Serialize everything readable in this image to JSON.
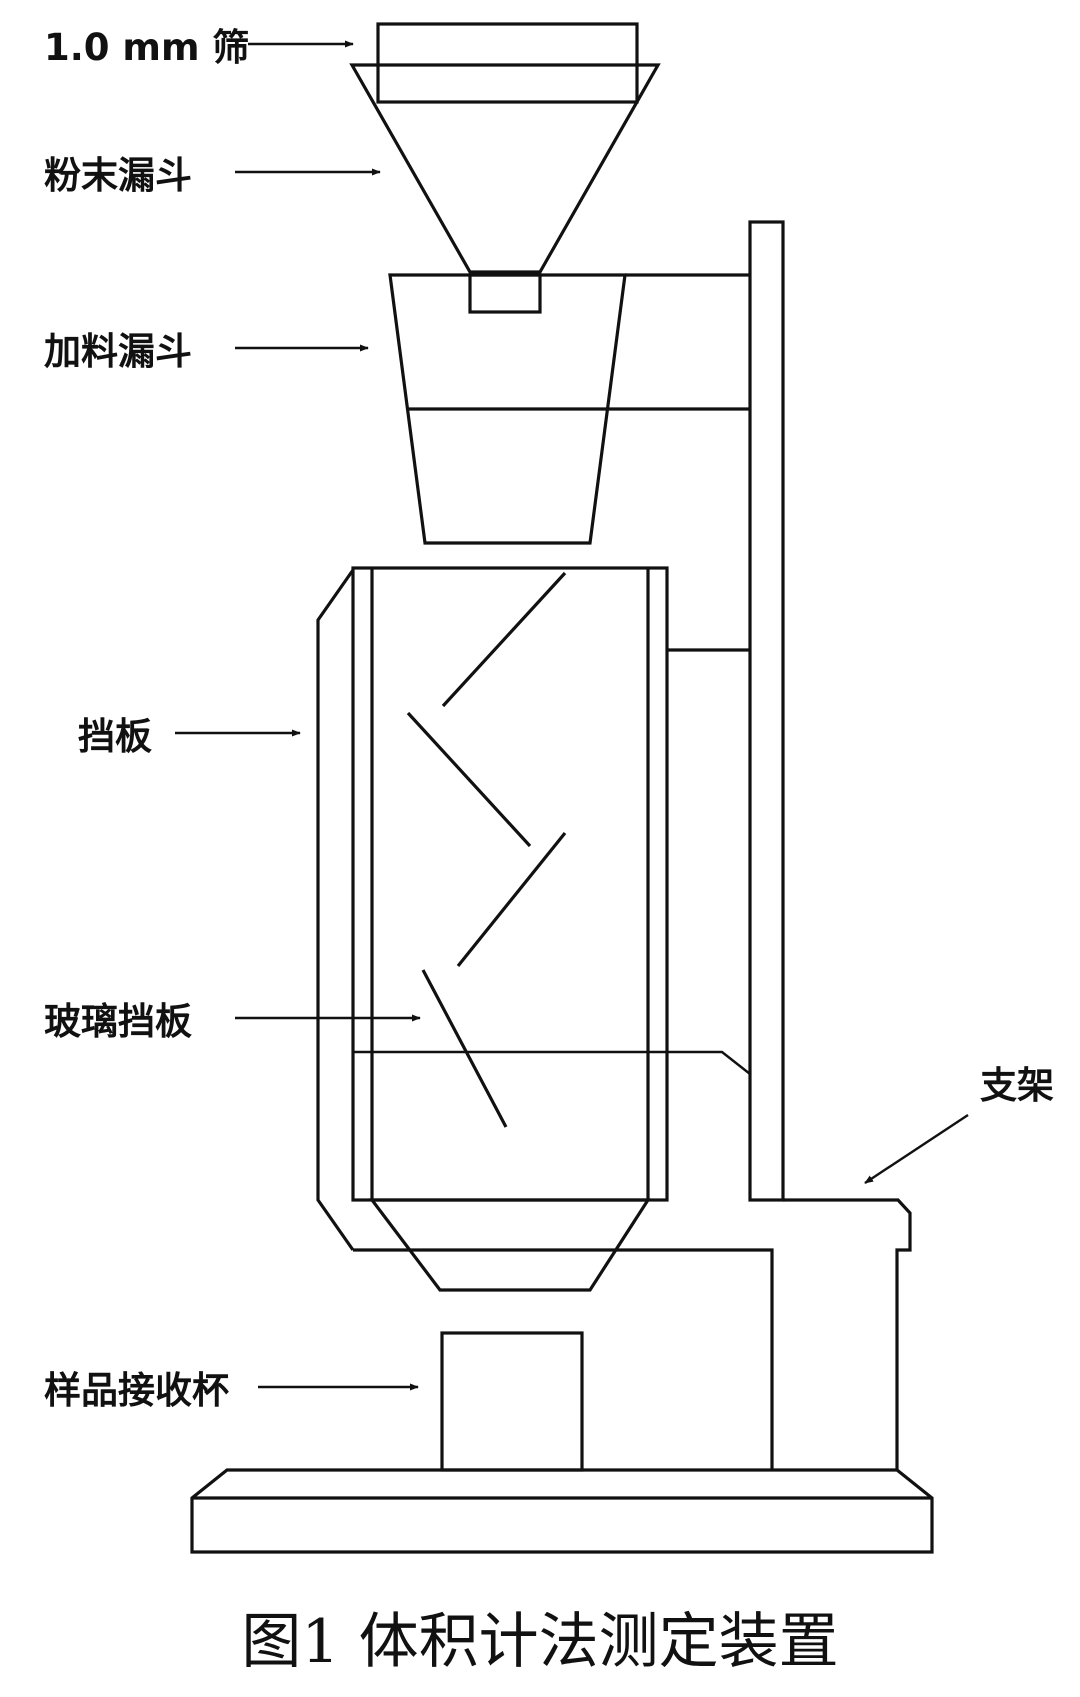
{
  "labels": {
    "sieve": "1.0 mm 筛",
    "powder_funnel": "粉末漏斗",
    "feed_funnel": "加料漏斗",
    "baffle": "挡板",
    "glass_baffle": "玻璃挡板",
    "stand": "支架",
    "sample_cup": "样品接收杯"
  },
  "caption": "图1  体积计法测定装置"
}
